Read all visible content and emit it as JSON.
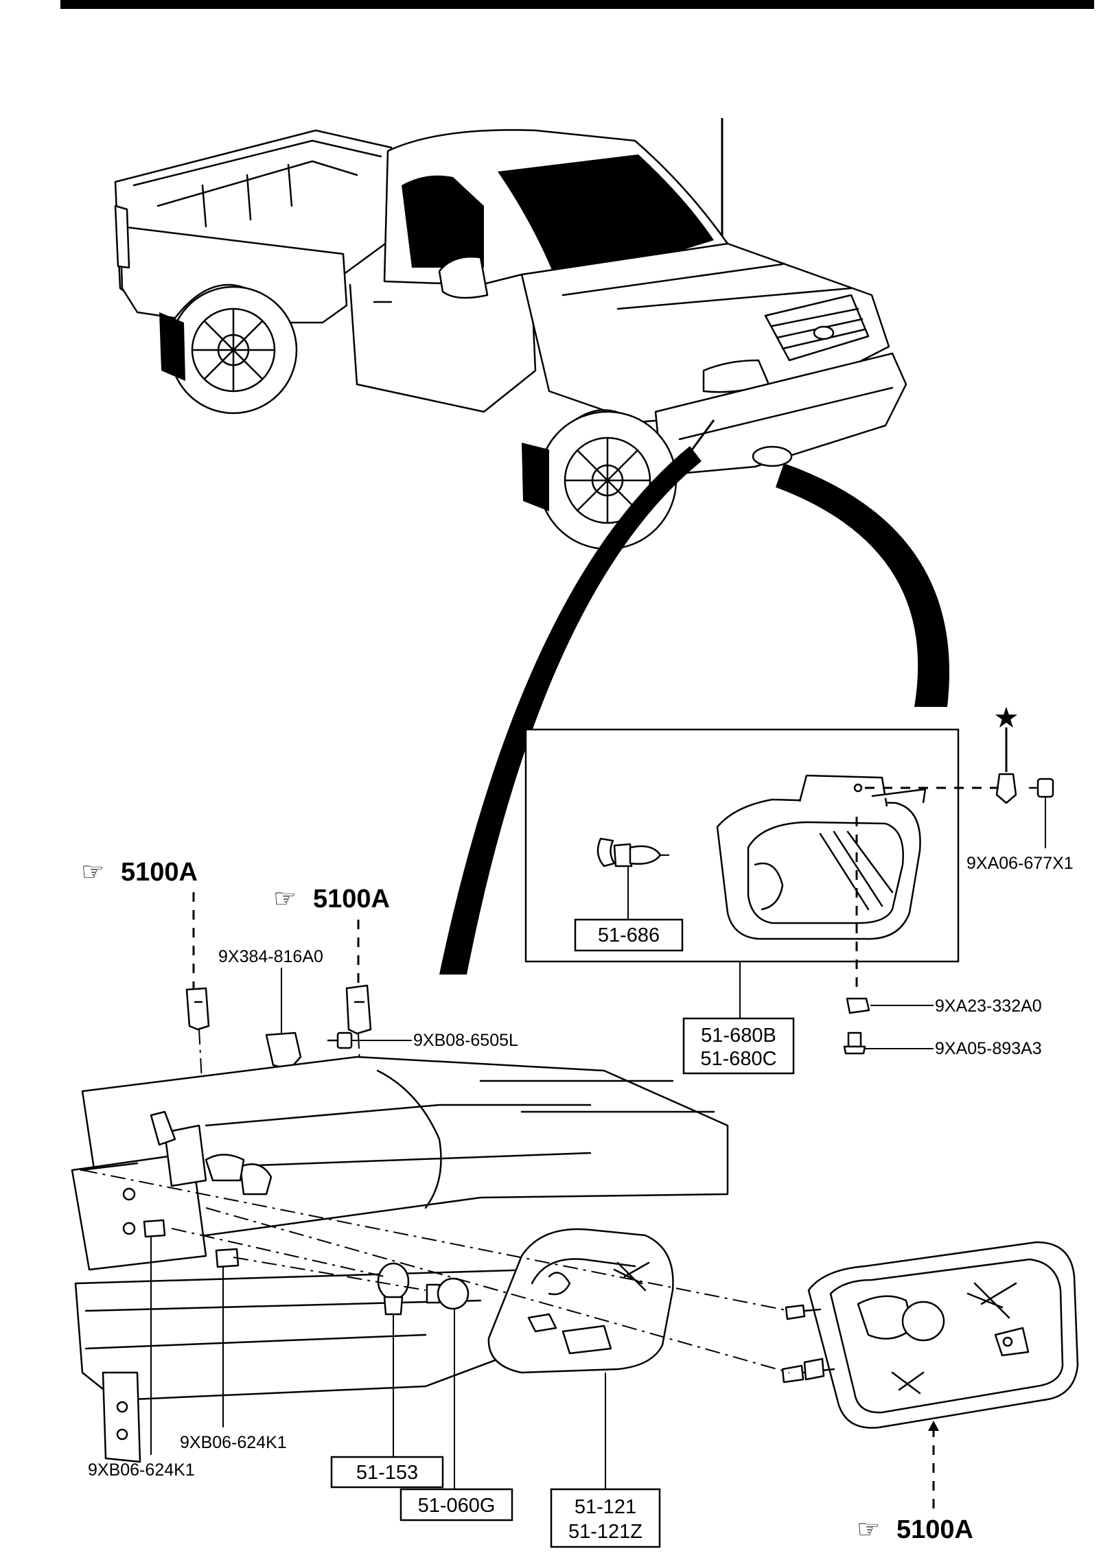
{
  "references": {
    "ref_left": "5100A",
    "ref_middle": "5100A",
    "ref_bottom": "5100A"
  },
  "parts": {
    "bracket_nut": "9X384-816A0",
    "screw_center": "9XB08-6505L",
    "socket_a": "9XB06-624K1",
    "socket_b": "9XB06-624K1",
    "fog_screw_right": "9XA06-677X1",
    "fog_nut": "9XA23-332A0",
    "fog_bolt": "9XA05-893A3"
  },
  "boxed_parts": {
    "fog_bulb": "51-686",
    "fog_lamp_1": "51-680B",
    "fog_lamp_2": "51-680C",
    "side_socket": "51-153",
    "side_bulb": "51-060G",
    "turn_lamp_1": "51-121",
    "turn_lamp_2": "51-121Z"
  },
  "markers": {
    "star": "★",
    "hand_icon": "☞"
  }
}
